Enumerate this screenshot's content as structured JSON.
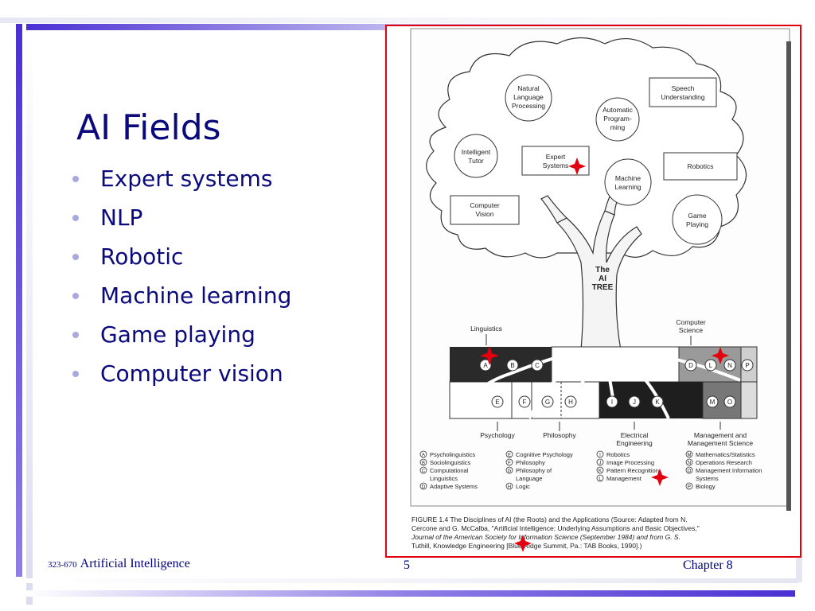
{
  "slide": {
    "title": "AI Fields",
    "bullets": [
      "Expert systems",
      "NLP",
      "Robotic",
      "Machine learning",
      "Game playing",
      "Computer vision"
    ]
  },
  "footer": {
    "course_code": "323-670",
    "course_name": "Artificial Intelligence",
    "page_number": "5",
    "chapter": "Chapter 8"
  },
  "figure": {
    "branches": {
      "nlp": [
        "Natural",
        "Language",
        "Processing"
      ],
      "speech": [
        "Speech",
        "Understanding"
      ],
      "autoprog": [
        "Automatic",
        "Program-",
        "ming"
      ],
      "tutor": [
        "Intelligent",
        "Tutor"
      ],
      "expert": [
        "Expert",
        "Systems"
      ],
      "robotics": "Robotics",
      "ml": [
        "Machine",
        "Learning"
      ],
      "cv": [
        "Computer",
        "Vision"
      ],
      "game": [
        "Game",
        "Playing"
      ]
    },
    "tree_label": [
      "The",
      "AI",
      "TREE"
    ],
    "top_labels": {
      "linguistics": "Linguistics",
      "cs": [
        "Computer",
        "Science"
      ]
    },
    "bottom_labels": {
      "psychology": "Psychology",
      "philosophy": "Philosophy",
      "ee": [
        "Electrical",
        "Engineering"
      ],
      "mgmt": [
        "Management and",
        "Management Science"
      ]
    },
    "root_letters_top": [
      "A",
      "B",
      "C",
      "D",
      "L",
      "N",
      "P"
    ],
    "root_letters_bottom": [
      "E",
      "F",
      "G",
      "H",
      "I",
      "J",
      "K",
      "M",
      "O"
    ],
    "legend": [
      [
        "A",
        "Psycholinguistics"
      ],
      [
        "B",
        "Sociolinguistics"
      ],
      [
        "C",
        "Computational"
      ],
      [
        "",
        "Linguistics"
      ],
      [
        "D",
        "Adaptive Systems"
      ],
      [
        "E",
        "Cognitive Psychology"
      ],
      [
        "F",
        "Philosophy"
      ],
      [
        "G",
        "Philosophy of"
      ],
      [
        "",
        "Language"
      ],
      [
        "H",
        "Logic"
      ],
      [
        "I",
        "Robotics"
      ],
      [
        "J",
        "Image Processing"
      ],
      [
        "K",
        "Pattern Recognition"
      ],
      [
        "L",
        "Management"
      ],
      [
        "M",
        "Mathematics/Statistics"
      ],
      [
        "N",
        "Operations Research"
      ],
      [
        "O",
        "Management Information"
      ],
      [
        "",
        "Systems"
      ],
      [
        "P",
        "Biology"
      ]
    ],
    "caption": [
      "FIGURE 1.4  The Disciplines of AI (the Roots) and the Applications (Source: Adapted from N.",
      "Cercone and G. McCalba, \"Artificial Intelligence: Underlying Assumptions and Basic Objectives,\"",
      "Journal of the American Society for Information Science (September 1984) and from G. S.",
      "Tuthill, Knowledge Engineering [Blue Ridge Summit, Pa.: TAB Books, 1990].)"
    ]
  },
  "colors": {
    "title": "#0a0a7c",
    "accent_bar": "#6a5acd",
    "frame": "#e3000f",
    "star": "#e3000f"
  }
}
